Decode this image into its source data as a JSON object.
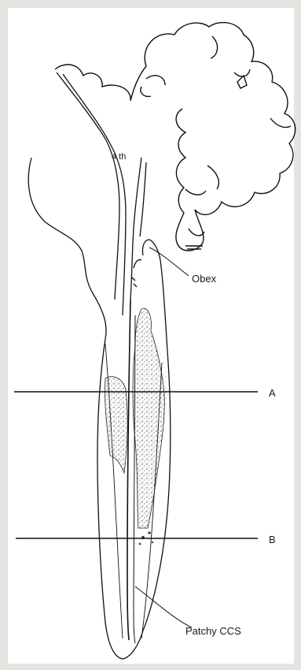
{
  "labels": {
    "fourth_ventricle": "4 th",
    "obex": "Obex",
    "line_a": "A",
    "line_b": "B",
    "patchy": "Patchy CCS"
  }
}
